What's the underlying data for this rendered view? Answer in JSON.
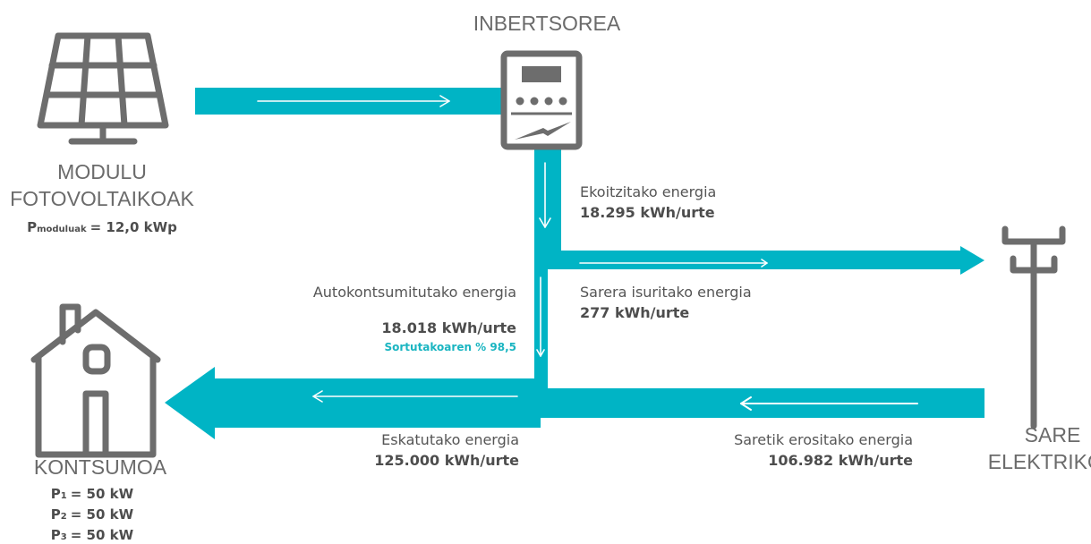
{
  "colors": {
    "flow": "#00b4c5",
    "icon": "#6d6d6d",
    "text": "#4d4d4d",
    "accent": "#1ab5c1"
  },
  "inverter": {
    "title": "INBERTSOREA",
    "icon": "inverter-icon"
  },
  "pv": {
    "icon": "solar-panel-icon",
    "title_line1": "MODULU",
    "title_line2": "FOTOVOLTAIKOAK",
    "power_p": "P",
    "power_sub": "moduluak",
    "power_value": "= 12,0 kWp"
  },
  "grid": {
    "icon": "power-pylon-icon",
    "title_line1": "SARE",
    "title_line2": "ELEKTRIKOA"
  },
  "consumption": {
    "icon": "house-icon",
    "title": "KONTSUMOA",
    "powers": [
      {
        "p": "P",
        "sub": "1",
        "value": "= 50 kW"
      },
      {
        "p": "P",
        "sub": "2",
        "value": "= 50 kW"
      },
      {
        "p": "P",
        "sub": "3",
        "value": "= 50 kW"
      }
    ]
  },
  "flows": {
    "produced": {
      "label": "Ekoitzitako energia",
      "value": "18.295 kWh/urte"
    },
    "exported": {
      "label": "Sarera isuritako energia",
      "value": "277 kWh/urte"
    },
    "selfconsumed": {
      "label": "Autokontsumitutako energia",
      "value": "18.018 kWh/urte",
      "share": "Sortutakoaren % 98,5"
    },
    "demanded": {
      "label": "Eskatutako energia",
      "value": "125.000 kWh/urte"
    },
    "purchased": {
      "label": "Saretik erositako energia",
      "value": "106.982 kWh/urte"
    }
  }
}
